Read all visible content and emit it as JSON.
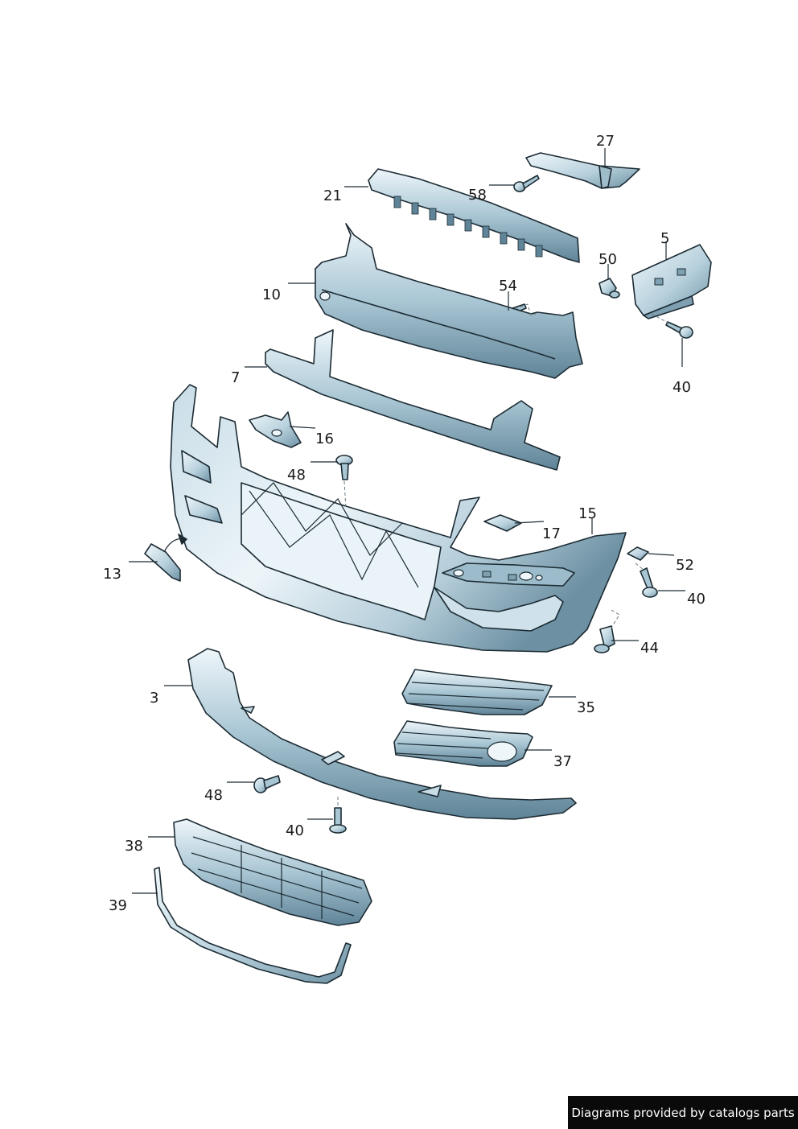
{
  "callouts": [
    "27",
    "21",
    "58",
    "5",
    "50",
    "54",
    "10",
    "40",
    "7",
    "16",
    "48",
    "17",
    "15",
    "13",
    "52",
    "40",
    "44",
    "3",
    "35",
    "37",
    "48",
    "40",
    "38",
    "39"
  ],
  "credit": "Diagrams provided by catalogs parts",
  "colors": {
    "part_light": "#e9f3f8",
    "part_mid": "#a9c6d4",
    "part_dark": "#5f8497",
    "line": "#1c2b33"
  }
}
